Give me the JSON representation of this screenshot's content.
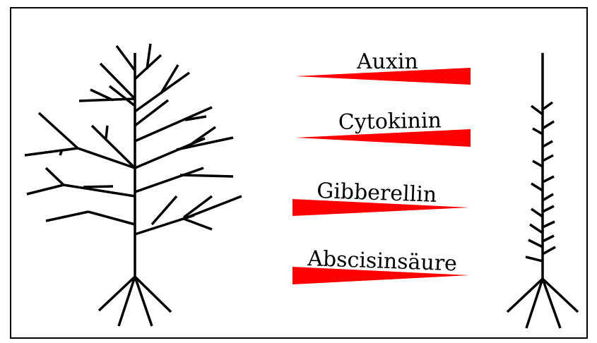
{
  "colors": {
    "wedge": "#ff0000",
    "line": "#000000",
    "background": "#ffffff"
  },
  "diagram": {
    "left_plant": "branched-tree",
    "right_plant": "unbranched-stem",
    "hormones": [
      {
        "label": "Auxin",
        "wedge_wide_end": "right"
      },
      {
        "label": "Cytokinin",
        "wedge_wide_end": "right"
      },
      {
        "label": "Gibberellin",
        "wedge_wide_end": "left"
      },
      {
        "label": "Abscisinsäure",
        "wedge_wide_end": "left"
      }
    ]
  }
}
